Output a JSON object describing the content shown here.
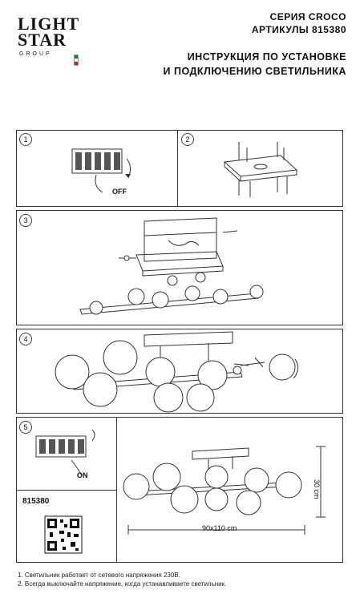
{
  "header": {
    "logo": [
      "LIGHT",
      "STAR"
    ],
    "logo_sub": "GROUP",
    "series": "СЕРИЯ CROCO",
    "articul": "АРТИКУЛЫ 815380",
    "instruction_line1": "ИНСТРУКЦИЯ ПО УСТАНОВКЕ",
    "instruction_line2": "И ПОДКЛЮЧЕНИЮ СВЕТИЛЬНИКА"
  },
  "steps": [
    {
      "number": "1",
      "label": "OFF"
    },
    {
      "number": "2"
    },
    {
      "number": "3"
    },
    {
      "number": "4"
    },
    {
      "number": "5",
      "label": "ON"
    }
  ],
  "product": {
    "article": "815380",
    "dim_width": "90x110 cm",
    "dim_height": "30 cm"
  },
  "notes": [
    "1. Светильник работает от сетевого напряжения 230В.",
    "2. Всегда выключайте напряжение, когда устанавливаете светильник."
  ]
}
